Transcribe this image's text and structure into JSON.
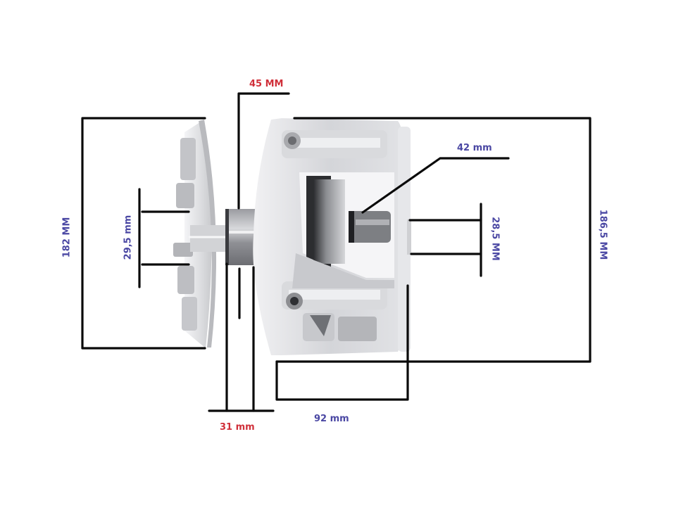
{
  "diagram": {
    "title": "",
    "subject": "clutch / variator assembly with dimension callouts",
    "colors": {
      "line": "#0a0a0a",
      "red_label": "#d0303a",
      "blue_label": "#4a47a3",
      "metal_light": "#e4e5e8",
      "metal_mid": "#c4c6cb",
      "metal_dark": "#6f7277",
      "shaft": "#a8a9ad",
      "background": "#ffffff"
    }
  },
  "dimensions": {
    "hub_length": {
      "label": "45 MM",
      "color": "red"
    },
    "fan_diameter": {
      "label": "182 MM",
      "color": "blue"
    },
    "fan_bore": {
      "label": "29,5 mm",
      "color": "blue"
    },
    "inner_shaft": {
      "label": "42 mm",
      "color": "blue"
    },
    "outer_bore": {
      "label": "28,5 MM",
      "color": "blue"
    },
    "body_diameter": {
      "label": "186,5 MM",
      "color": "blue"
    },
    "collar_width": {
      "label": "31 mm",
      "color": "red"
    },
    "body_length": {
      "label": "92 mm",
      "color": "blue"
    }
  }
}
